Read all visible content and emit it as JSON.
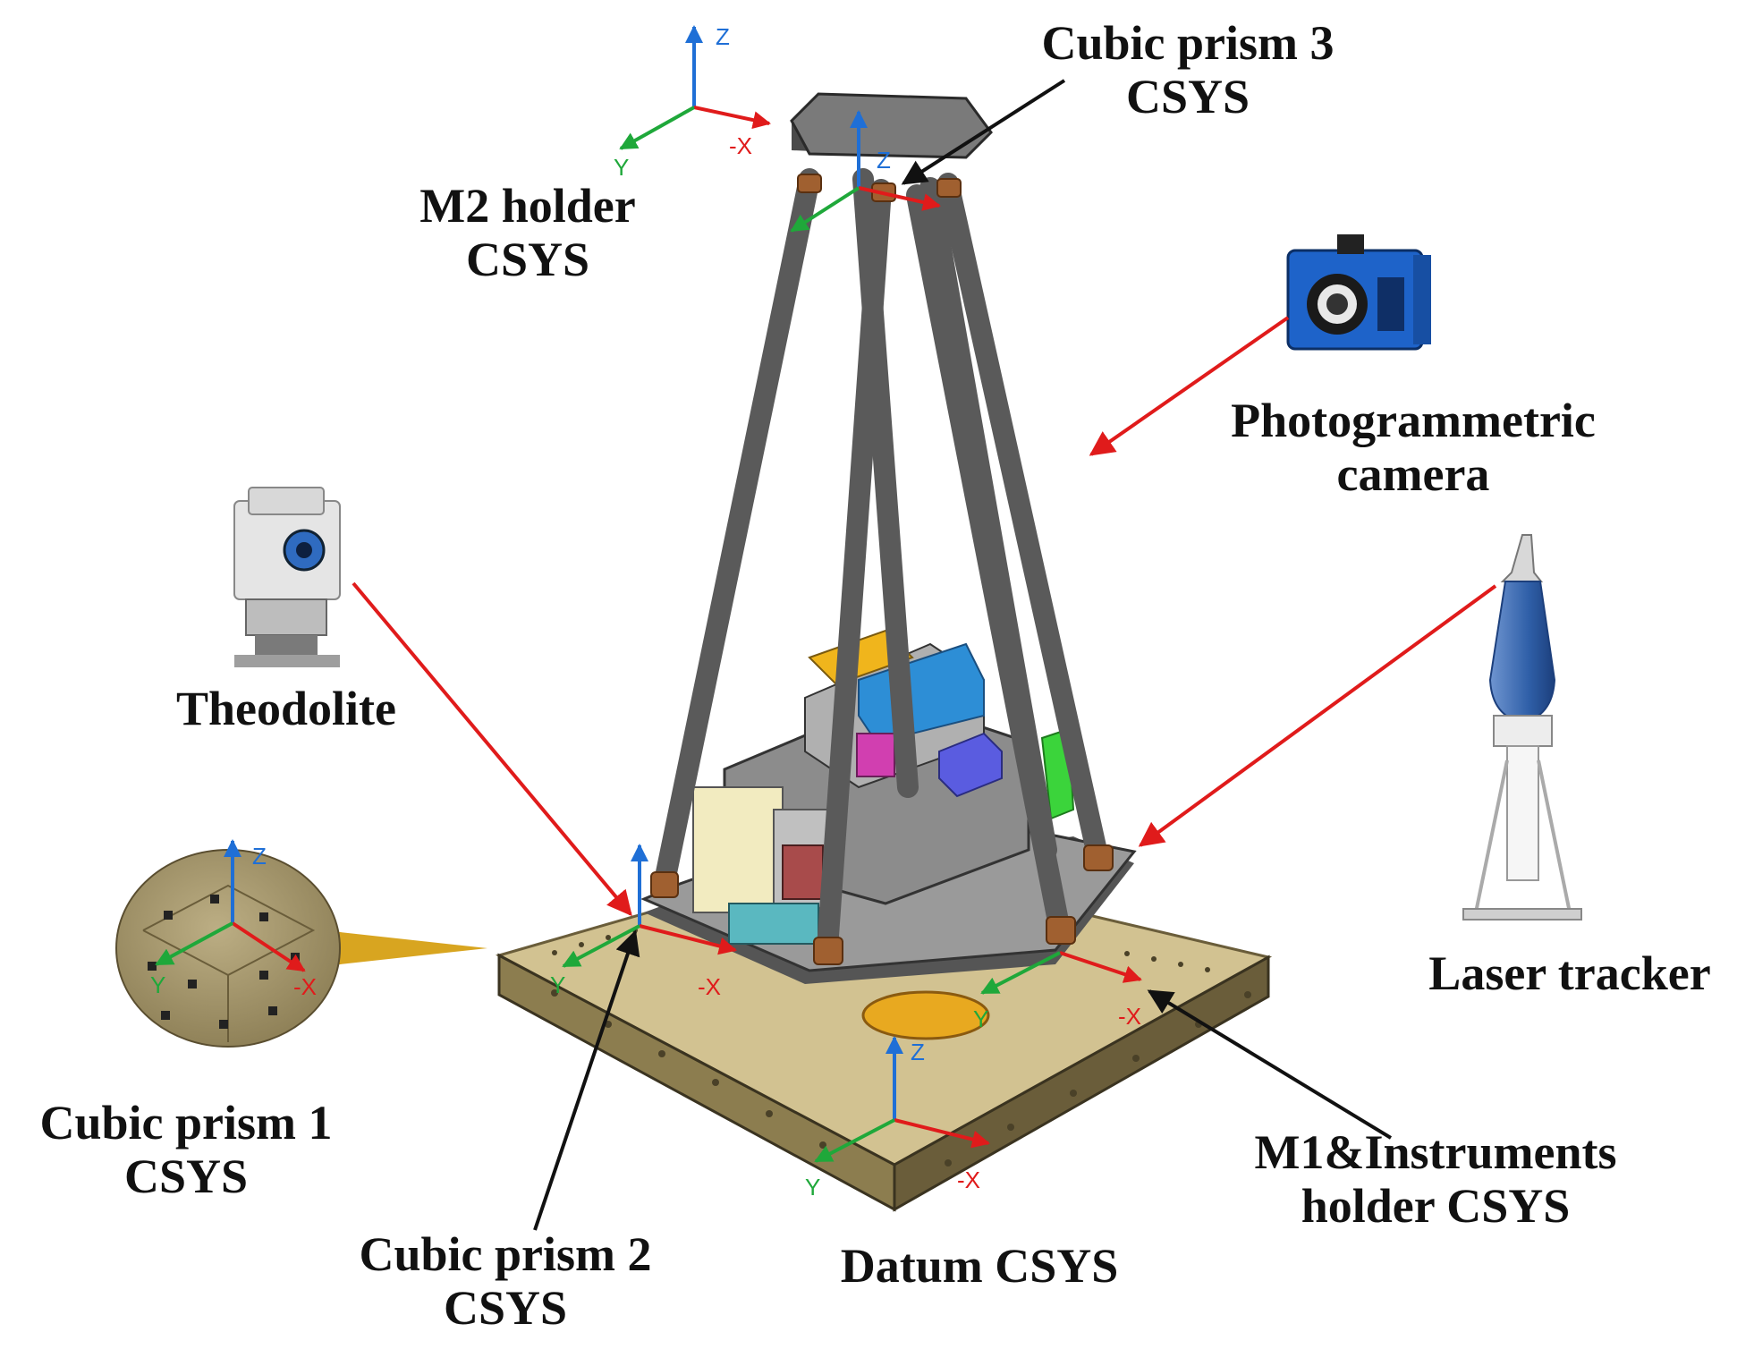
{
  "labels": {
    "cubic_prism_3": [
      "Cubic prism 3",
      "CSYS"
    ],
    "m2_holder": [
      "M2 holder",
      "CSYS"
    ],
    "photogrammetric_camera": [
      "Photogrammetric",
      "camera"
    ],
    "theodolite": [
      "Theodolite"
    ],
    "laser_tracker": [
      "Laser tracker"
    ],
    "cubic_prism_1": [
      "Cubic prism 1",
      "CSYS"
    ],
    "cubic_prism_2": [
      "Cubic prism 2",
      "CSYS"
    ],
    "datum": [
      "Datum CSYS"
    ],
    "m1_instruments_holder": [
      "M1&Instruments",
      "holder CSYS"
    ]
  },
  "axes": {
    "z": "Z",
    "y": "Y",
    "neg_x": "-X"
  },
  "colors": {
    "z_axis": "#1f6fd6",
    "y_axis": "#1fa83a",
    "x_axis": "#e01b1b",
    "pointer_red": "#e01b1b",
    "pointer_black": "#111111",
    "table_top": "#d2c291",
    "table_side": "#7d6f46",
    "strut": "#5a5a5a",
    "joint": "#a06030",
    "camera_body": "#1e63c9",
    "tracker_blue": "#2f5fa8"
  },
  "icons": [
    "theodolite-icon",
    "photogrammetric-camera-icon",
    "laser-tracker-icon",
    "cubic-prism-icon"
  ]
}
